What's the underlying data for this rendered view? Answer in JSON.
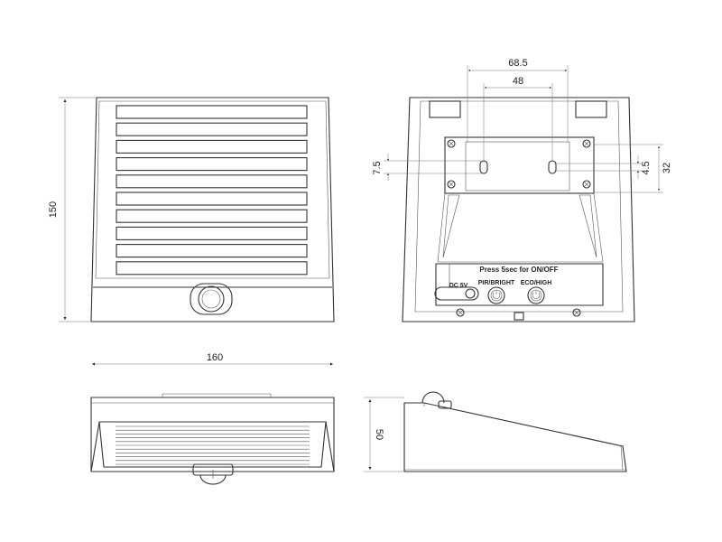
{
  "dimensions": {
    "overall_width": "160",
    "overall_height": "150",
    "depth": "50",
    "mount_hole_spacing_outer": "68.5",
    "mount_hole_spacing_inner": "48",
    "slot_offset": "7.5",
    "slot_length": "4.5",
    "plate_height": "32"
  },
  "labels": {
    "instruction": "Press 5sec for ON/OFF",
    "dc_input": "DC 5V",
    "button_left": "PIR/BRIGHT",
    "button_right": "ECO/HIGH"
  },
  "colors": {
    "line": "#333333",
    "dimension_line": "#777777",
    "background": "#ffffff"
  }
}
